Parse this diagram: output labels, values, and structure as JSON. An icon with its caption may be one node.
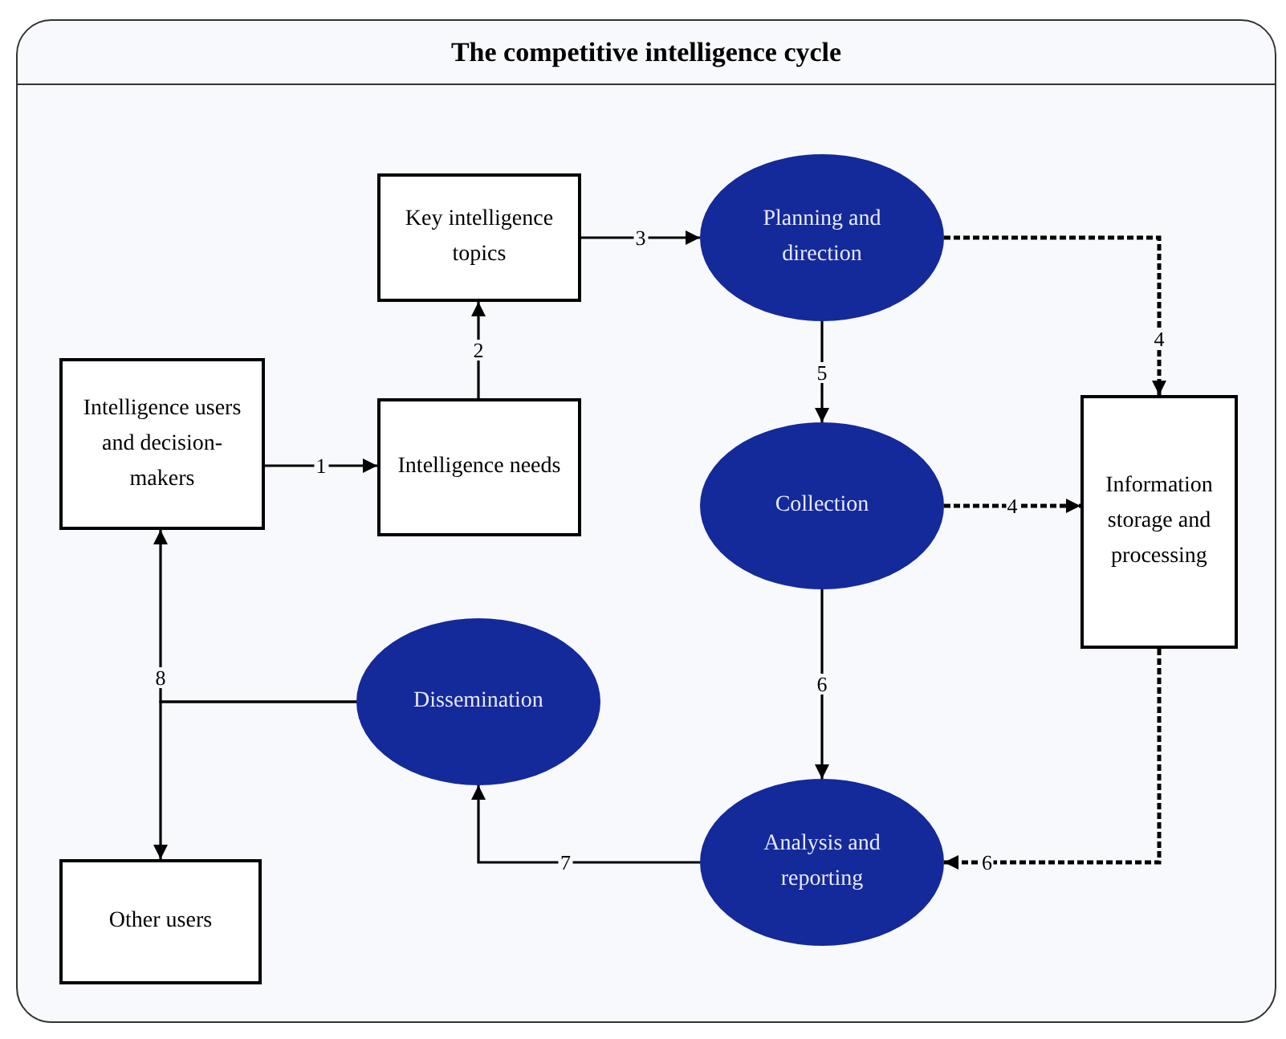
{
  "diagram": {
    "title": "The competitive intelligence cycle",
    "nodes": [
      {
        "text": [
          "Intelligence users and decision-makers"
        ]
      },
      {
        "text": [
          "Intelligence needs"
        ]
      },
      {
        "text": [
          "Key intelligence topics"
        ]
      },
      {
        "text": [
          "Planning and direction"
        ]
      },
      {
        "text": [
          "Collection"
        ]
      },
      {
        "text": [
          "Information storage and processing"
        ]
      },
      {
        "text": [
          "Dissemination"
        ]
      },
      {
        "text": [
          "Analysis and reporting"
        ]
      },
      {
        "text": [
          "Other users"
        ]
      }
    ],
    "edges": [
      {
        "from": 0,
        "to": 1,
        "arrow": "to",
        "label": "1"
      },
      {
        "from": 1,
        "to": 2,
        "arrow": "to",
        "label": "2"
      },
      {
        "from": 2,
        "to": 3,
        "arrow": "to",
        "label": "3"
      },
      {
        "from": 3,
        "to": 5,
        "arrow": "to",
        "label": "4",
        "style": "dashed"
      },
      {
        "from": 3,
        "to": 4,
        "arrow": "to",
        "label": "5"
      },
      {
        "from": 4,
        "to": 5,
        "arrow": "to",
        "label": "4",
        "style": "dashed"
      },
      {
        "from": 4,
        "to": 7,
        "arrow": "to",
        "label": "6"
      },
      {
        "from": 5,
        "to": 7,
        "arrow": "to",
        "label": "6",
        "style": "dashed"
      },
      {
        "from": 7,
        "to": 6,
        "arrow": "to",
        "label": "7"
      },
      {
        "from": 6,
        "to": 0,
        "arrow": "to",
        "label": "8"
      },
      {
        "from": 6,
        "to": 8,
        "arrow": "to"
      }
    ]
  }
}
